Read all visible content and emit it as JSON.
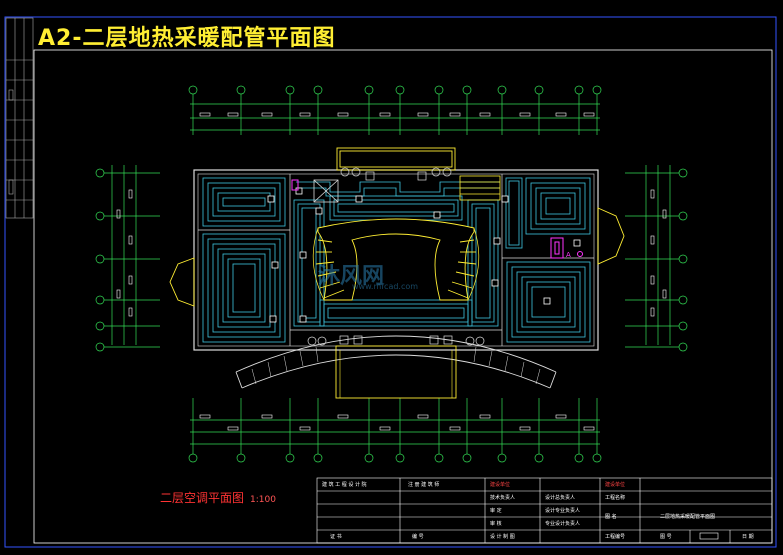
{
  "title": "A2-二层地热采暖配管平面图",
  "subtitle": "二层空调平面图",
  "scale": "1:100",
  "watermark": {
    "text": "沐风网",
    "url": "www.mfcad.com"
  },
  "colors": {
    "background": "#000000",
    "pipe": "#3fc6e0",
    "wall": "#dddddd",
    "axis": "#33dd55",
    "stair": "#ffee33",
    "title": "#ffee33",
    "subtitle": "#ff3333",
    "frame": "#3355ff",
    "equipment": "#ff33ff"
  },
  "title_block": {
    "r1": [
      "建 筑 工 程 设 计 院",
      "注 册 建 筑 师",
      "建设单位",
      "建设单位"
    ],
    "r2": [
      "技术负责人",
      "设计总负责人",
      "工程名称"
    ],
    "r3": [
      "审 定",
      "设计专业负责人",
      "图 名",
      "二层地热采暖配管平面图"
    ],
    "r4": [
      "审 核",
      "专业设计负责人",
      "工程编号",
      "图 号",
      "日 期"
    ],
    "r5": [
      "证 书",
      "编 号",
      "设 计 制 图"
    ]
  }
}
